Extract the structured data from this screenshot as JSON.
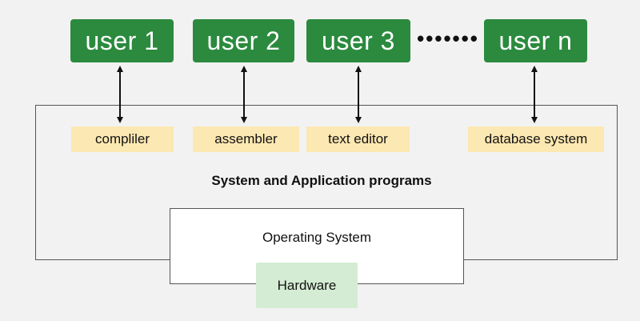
{
  "users": [
    "user 1",
    "user 2",
    "user 3",
    "user n"
  ],
  "ellipsis": "•••••••",
  "programs": [
    "compliler",
    "assembler",
    "text editor",
    "database system"
  ],
  "layer_title": "System and Application programs",
  "os_label": "Operating System",
  "hardware_label": "Hardware",
  "colors": {
    "user_box": "#2b8a3e",
    "program_box": "#fce8b2",
    "hardware_box": "#d4ecd3",
    "background": "#f2f2f2"
  }
}
